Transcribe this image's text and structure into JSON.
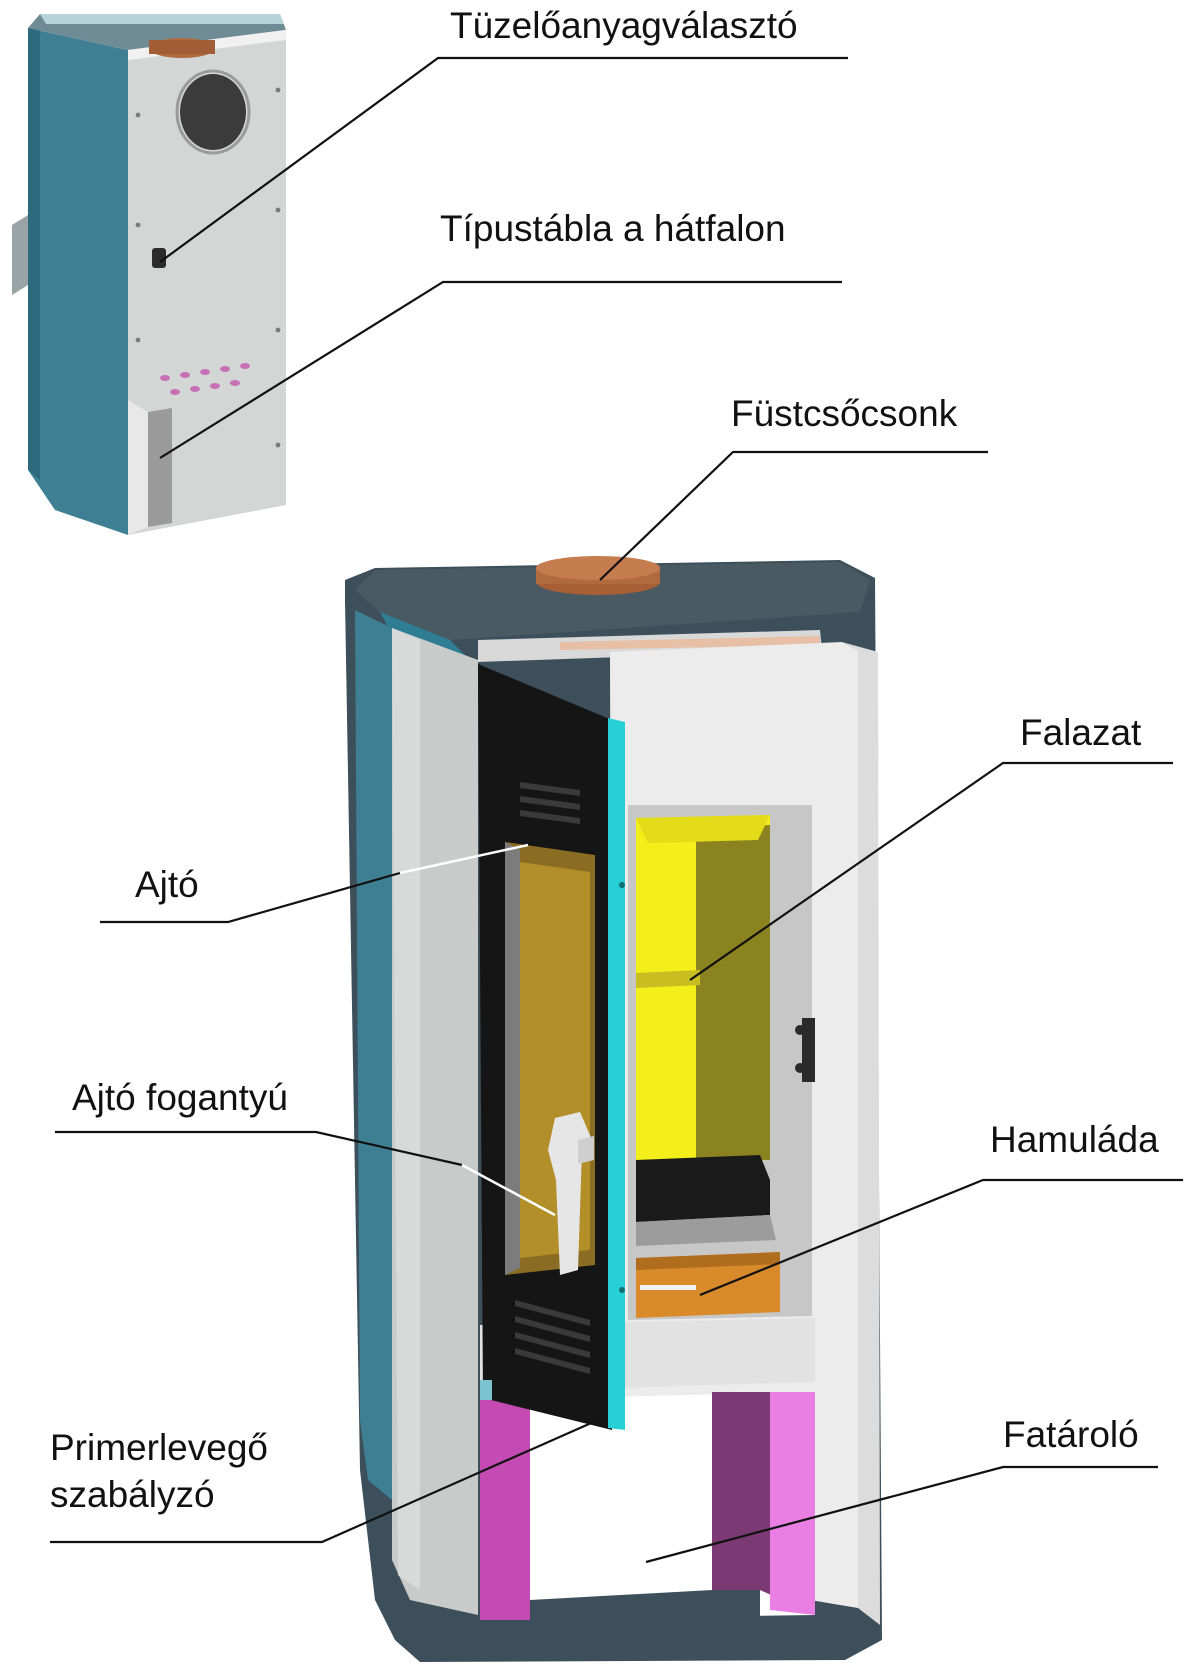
{
  "labels": {
    "fuel_selector": "Tüzelőanyagválasztó",
    "type_plate": "Típustábla a hátfalon",
    "flue_spigot": "Füstcsőcsonk",
    "masonry": "Falazat",
    "door": "Ajtó",
    "door_handle": "Ajtó fogantyú",
    "ash_drawer": "Hamuláda",
    "primary_air_line1": "Primerlevegő",
    "primary_air_line2": "szabályzó",
    "wood_storage": "Fatároló"
  },
  "colors": {
    "body_dark": "#3d4f5a",
    "side_teal": "#3f7f93",
    "panel_grey": "#c9cbcb",
    "panel_light": "#ececec",
    "flue_copper": "#b06a3f",
    "firebox_yellow": "#f4ee1a",
    "firebox_shadow": "#8b8220",
    "door_cyan": "#27d0d6",
    "ash_orange": "#d98a2a",
    "storage_magenta": "#c44bb4",
    "storage_pink": "#ea7fe3"
  }
}
